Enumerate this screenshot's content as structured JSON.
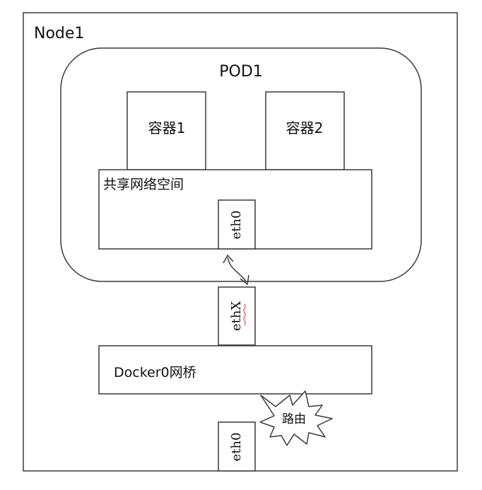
{
  "node": {
    "label": "Node1"
  },
  "pod": {
    "label": "POD1"
  },
  "containers": [
    {
      "label": "容器1"
    },
    {
      "label": "容器2"
    }
  ],
  "shared_network": {
    "label": "共享网络空间"
  },
  "pod_interface": {
    "label": "eth0"
  },
  "veth_interface": {
    "label": "ethX"
  },
  "bridge": {
    "label": "Docker0网桥"
  },
  "routing": {
    "label": "路由"
  },
  "node_interface": {
    "label": "eth0"
  },
  "colors": {
    "stroke": "#3a3a3a",
    "text": "#111111",
    "squiggle": "#d9534f"
  }
}
